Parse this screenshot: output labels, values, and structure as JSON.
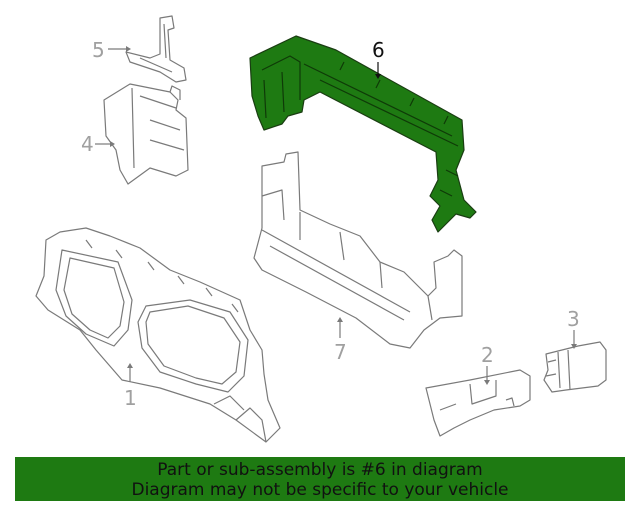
{
  "callouts": {
    "c1": "1",
    "c2": "2",
    "c3": "3",
    "c4": "4",
    "c5": "5",
    "c6": "6",
    "c7": "7"
  },
  "highlight_part": "6",
  "colors": {
    "highlight": "#1e7a12",
    "outline": "#7a7a7a",
    "banner": "#1e7a12"
  },
  "banner": {
    "line1": "Part or sub-assembly is #6 in diagram",
    "line2": "Diagram may not be specific to your vehicle"
  }
}
